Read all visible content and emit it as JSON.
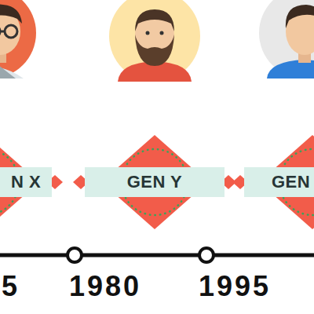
{
  "diagram": {
    "nodes": [
      {
        "text": [
          "N X"
        ]
      },
      {
        "text": [
          "GEN Y"
        ]
      },
      {
        "text": [
          "GEN"
        ]
      }
    ],
    "labels": [
      "5",
      "1980",
      "1995"
    ]
  }
}
